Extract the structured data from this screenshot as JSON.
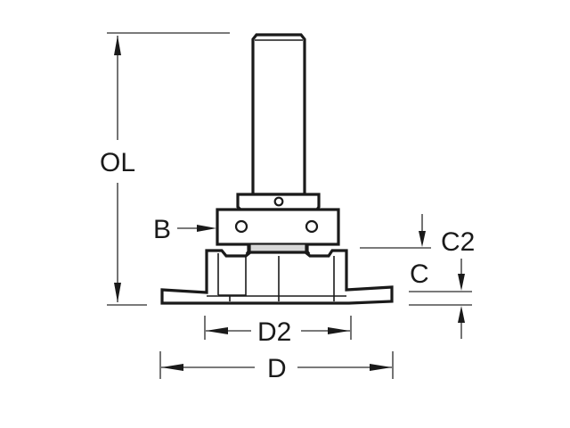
{
  "diagram": {
    "subject": "router cutter with shank, bearing and disc-style cutting flange",
    "line_color": "#1a1a1a",
    "background": "#ffffff",
    "labels": {
      "overall_length": "OL",
      "bearing": "B",
      "cut_depth_offset": "C2",
      "cut_depth": "C",
      "inner_diameter": "D2",
      "outer_diameter": "D"
    }
  }
}
